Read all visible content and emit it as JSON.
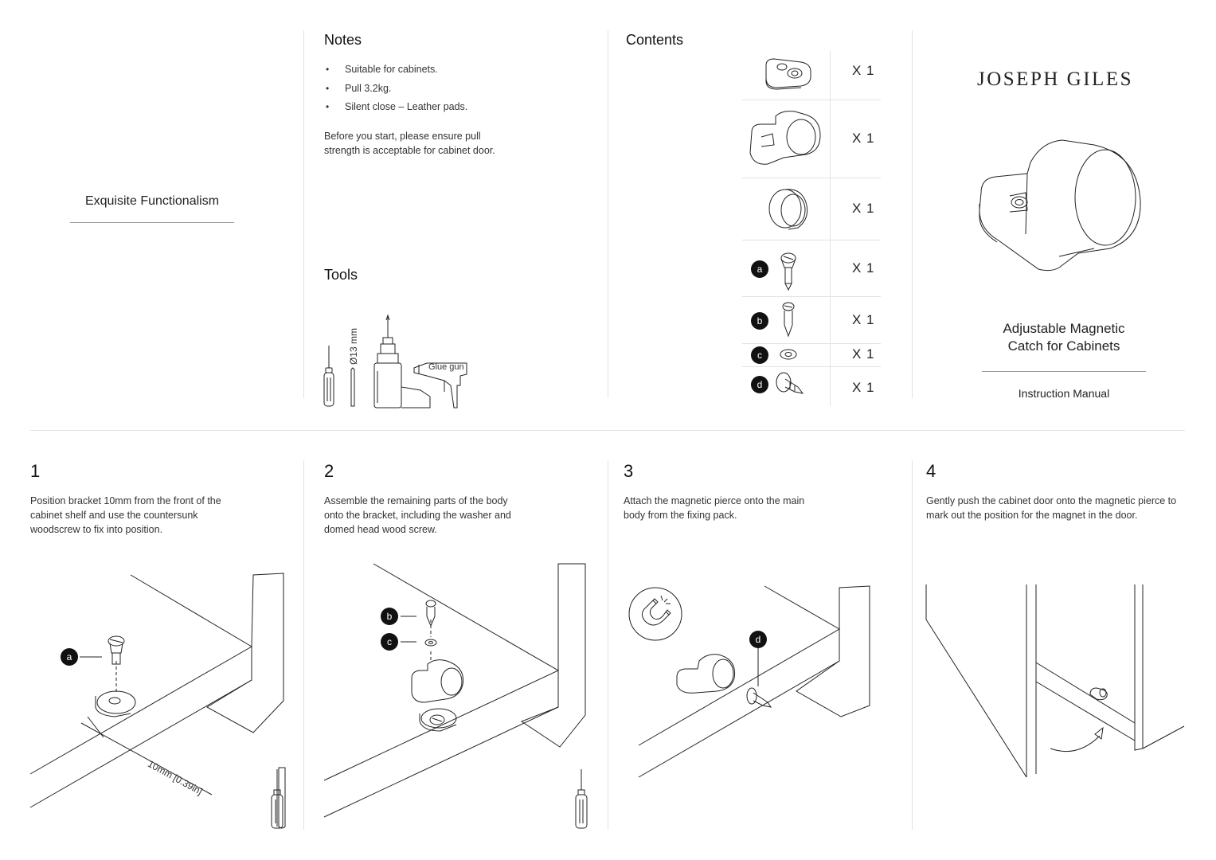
{
  "cover": {
    "tagline": "Exquisite Functionalism",
    "brand": "JOSEPH GILES",
    "product_title_line1": "Adjustable Magnetic",
    "product_title_line2": "Catch for Cabinets",
    "manual_label": "Instruction Manual"
  },
  "notes": {
    "title": "Notes",
    "items": [
      "Suitable for cabinets.",
      "Pull 3.2kg.",
      "Silent close – Leather pads."
    ],
    "paragraph": "Before you start, please ensure pull strength is acceptable for cabinet door."
  },
  "tools": {
    "title": "Tools",
    "drill_bit_label": "Ø13 mm",
    "glue_gun_label": "Glue gun"
  },
  "contents": {
    "title": "Contents",
    "items": [
      {
        "badge": "",
        "qty": "X 1",
        "icon": "bracket-plate-icon"
      },
      {
        "badge": "",
        "qty": "X 1",
        "icon": "catch-body-icon"
      },
      {
        "badge": "",
        "qty": "X 1",
        "icon": "magnet-cap-icon"
      },
      {
        "badge": "a",
        "qty": "X 1",
        "icon": "countersunk-screw-icon"
      },
      {
        "badge": "b",
        "qty": "X 1",
        "icon": "domed-screw-icon"
      },
      {
        "badge": "c",
        "qty": "X 1",
        "icon": "washer-icon"
      },
      {
        "badge": "d",
        "qty": "X 1",
        "icon": "magnetic-pierce-icon"
      }
    ]
  },
  "steps": [
    {
      "number": "1",
      "text": "Position bracket 10mm from the front of the cabinet shelf and use the countersunk woodscrew to fix into position.",
      "badges": [
        "a"
      ],
      "dimension_label": "10mm [0.39in]"
    },
    {
      "number": "2",
      "text": "Assemble the remaining parts of the body onto the bracket, including the washer and domed head wood screw.",
      "badges": [
        "b",
        "c"
      ]
    },
    {
      "number": "3",
      "text": "Attach the magnetic pierce onto the main body from the fixing pack.",
      "badges": [
        "d"
      ]
    },
    {
      "number": "4",
      "text": "Gently push the cabinet door onto the magnetic pierce to mark out the position for the magnet in the door."
    }
  ]
}
